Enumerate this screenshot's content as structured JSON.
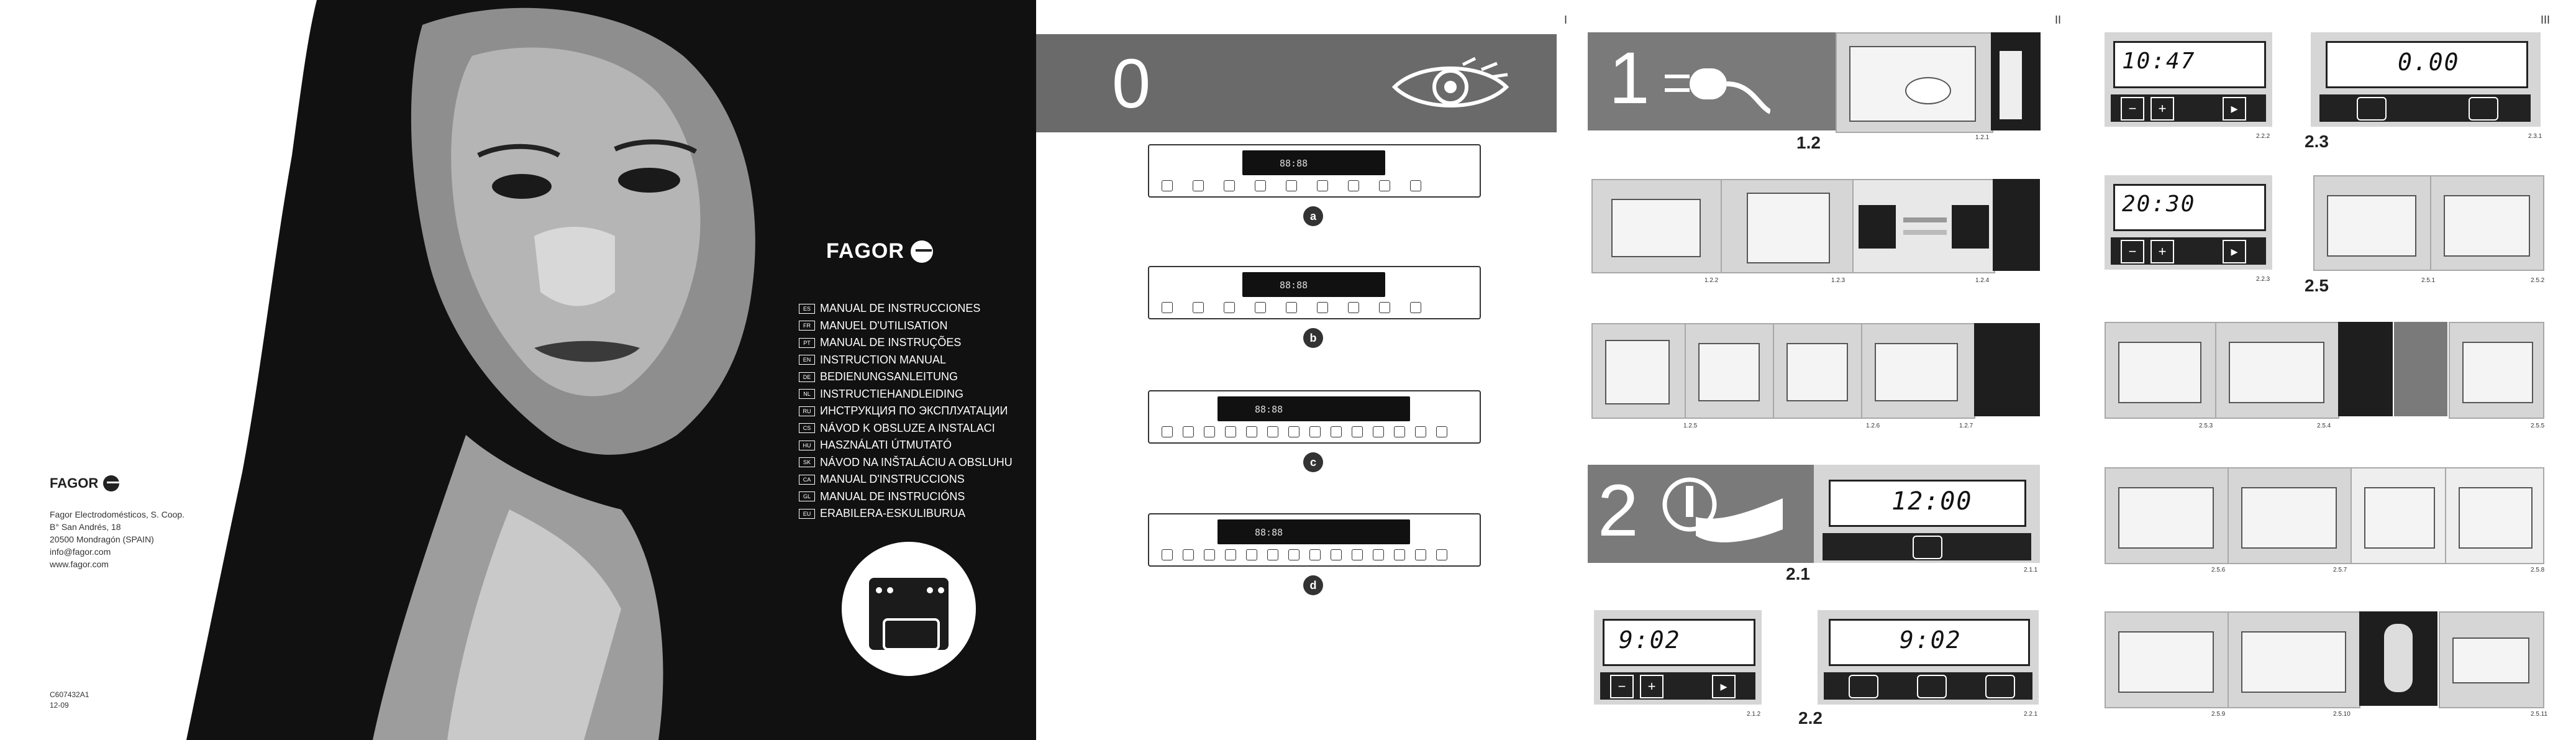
{
  "cover": {
    "brand": "FAGOR",
    "languages": [
      {
        "code": "ES",
        "title": "MANUAL DE INSTRUCCIONES"
      },
      {
        "code": "FR",
        "title": "MANUEL D'UTILISATION"
      },
      {
        "code": "PT",
        "title": "MANUAL DE INSTRUÇÕES"
      },
      {
        "code": "EN",
        "title": "INSTRUCTION MANUAL"
      },
      {
        "code": "DE",
        "title": "BEDIENUNGSANLEITUNG"
      },
      {
        "code": "NL",
        "title": "INSTRUCTIEHANDLEIDING"
      },
      {
        "code": "RU",
        "title": "ИНСТРУКЦИЯ ПО ЭКСПЛУАТАЦИИ"
      },
      {
        "code": "CS",
        "title": "NÁVOD K OBSLUZE A INSTALACI"
      },
      {
        "code": "HU",
        "title": "HASZNÁLATI ÚTMUTATÓ"
      },
      {
        "code": "SK",
        "title": "NÁVOD NA INŠTALÁCIU A OBSLUHU"
      },
      {
        "code": "CA",
        "title": "MANUAL D'INSTRUCCIONS"
      },
      {
        "code": "GL",
        "title": "MANUAL DE INSTRUCIÓNS"
      },
      {
        "code": "EU",
        "title": "ERABILERA-ESKULIBURUA"
      }
    ],
    "company": "Fagor Electrodomésticos, S. Coop.",
    "address_lines": [
      "B° San Andrés, 18",
      "20500 Mondragón (SPAIN)",
      "info@fagor.com",
      "www.fagor.com"
    ],
    "doc_code": "C607432A1",
    "doc_date": "12-09"
  },
  "panel0": {
    "roman": "I",
    "step": "0",
    "control_panels": [
      {
        "label": "a",
        "time": "88:88"
      },
      {
        "label": "b",
        "time": "88:88"
      },
      {
        "label": "c",
        "time": "88:88"
      },
      {
        "label": "d",
        "time": "88:88"
      }
    ]
  },
  "panel1": {
    "roman": "II",
    "step1": "1",
    "step2": "2",
    "section_1_2": "1.2",
    "section_2_1": "2.1",
    "section_2_2": "2.2",
    "figs": [
      "1.2.1",
      "1.2.2",
      "1.2.3",
      "1.2.4",
      "1.2.5",
      "1.2.6",
      "1.2.7",
      "2.1.1",
      "2.1.2",
      "2.2.1"
    ],
    "display_2_1": "12:00",
    "display_2_1_2": "9:02",
    "display_2_2": "9:02"
  },
  "panel2": {
    "roman": "III",
    "section_2_3": "2.3",
    "section_2_5": "2.5",
    "display_a": "10:47",
    "display_b": "0.00",
    "display_c": "20:30",
    "figs": [
      "2.2.2",
      "2.3.1",
      "2.2.3",
      "2.5.1",
      "2.5.2",
      "2.5.3",
      "2.5.4",
      "2.5.5",
      "2.5.6",
      "2.5.7",
      "2.5.8",
      "2.5.9",
      "2.5.10",
      "2.5.11"
    ]
  },
  "colors": {
    "band_grey": "#7a7a7a",
    "dark": "#1e1e1e",
    "light_grey": "#d6d6d6"
  }
}
